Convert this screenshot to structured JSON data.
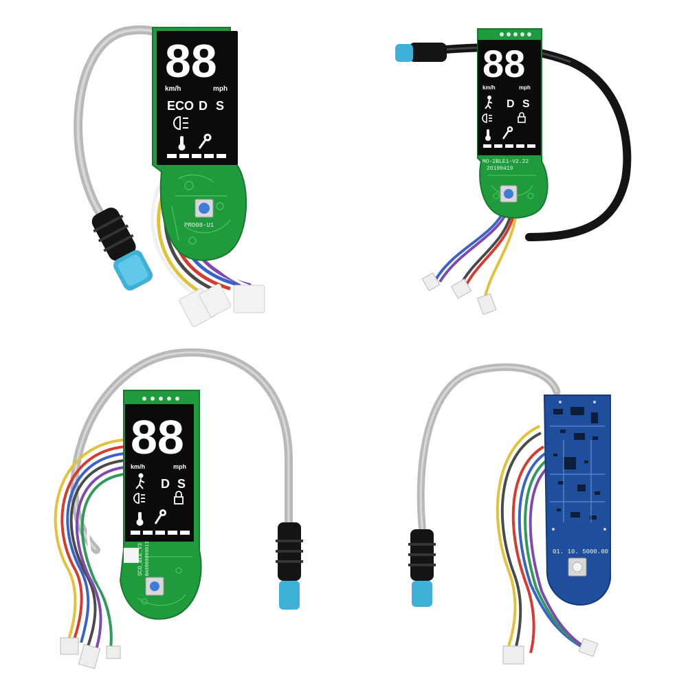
{
  "boards": [
    {
      "id": "a",
      "digits": "88",
      "unit_left": "km/h",
      "unit_right": "mph",
      "modes": [
        "ECO",
        "D",
        "S"
      ],
      "pcb_top_text": "01  10  5000.00",
      "pcb_label": "PRO08-U1"
    },
    {
      "id": "b",
      "digits": "88",
      "unit_left": "km/h",
      "unit_right": "mph",
      "modes": [
        "D",
        "S"
      ],
      "pcb_label_1": "MO-2BLE1-V2.22",
      "pcb_label_2": "20190419"
    },
    {
      "id": "c",
      "digits": "88",
      "unit_left": "km/h",
      "unit_right": "mph",
      "modes": [
        "D",
        "S"
      ],
      "pcb_label_1": "SCO_BLE_V3.2",
      "pcb_label_2": "BA0000000013"
    },
    {
      "id": "d",
      "pcb_top_text": "01.   10.   5000.00"
    }
  ],
  "colors": {
    "pcb_green": "#1f9a3c",
    "pcb_blue": "#1f4f9c",
    "display": "#0b0b0b",
    "cable_grey": "#b5b5b5",
    "cable_black": "#141414",
    "connector_blue": "#3fb0d8"
  }
}
